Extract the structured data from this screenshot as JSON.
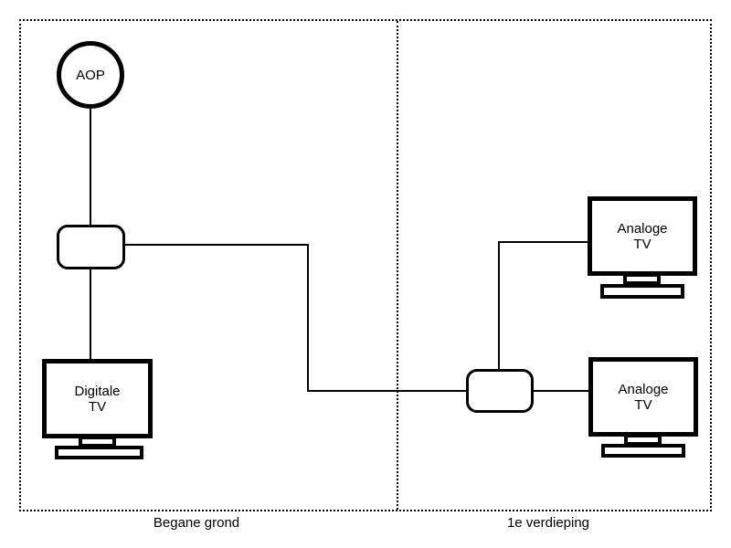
{
  "regions": {
    "ground_floor": {
      "label": "Begane grond"
    },
    "first_floor": {
      "label": "1e verdieping"
    }
  },
  "nodes": {
    "aop": {
      "label": "AOP"
    },
    "splitter_ground": {
      "label": ""
    },
    "splitter_first": {
      "label": ""
    },
    "digitale_tv": {
      "label": "Digitale\nTV"
    },
    "analoge_tv_top": {
      "label": "Analoge\nTV"
    },
    "analoge_tv_bottom": {
      "label": "Analoge\nTV"
    }
  },
  "colors": {
    "stroke": "#000000",
    "background": "#ffffff"
  }
}
